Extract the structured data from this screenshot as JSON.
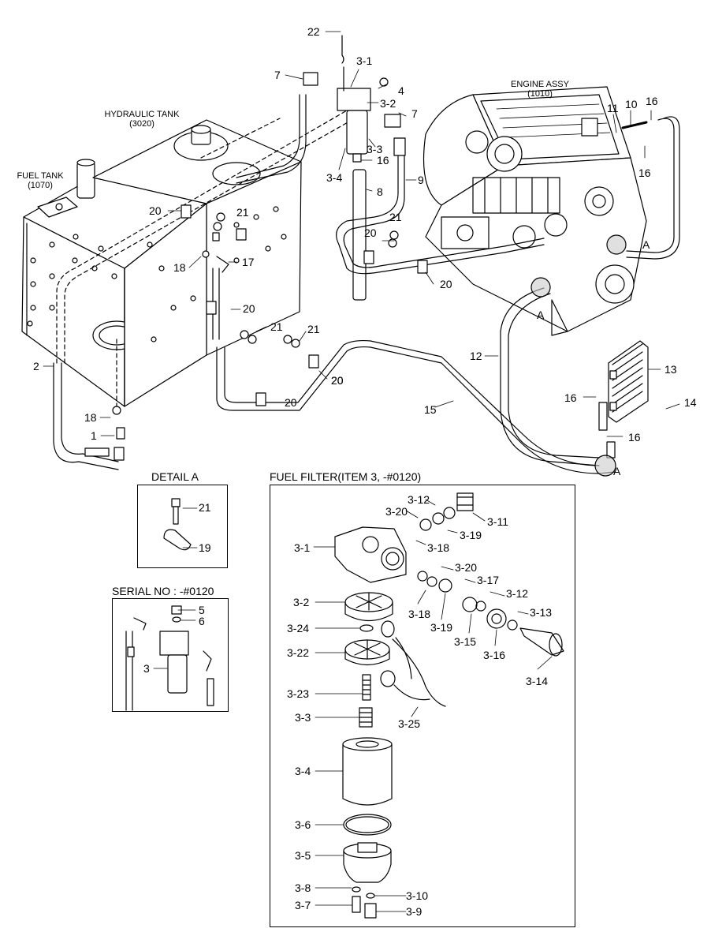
{
  "assemblies": {
    "hydraulic_tank": {
      "name": "HYDRAULIC TANK",
      "ref": "(3020)"
    },
    "fuel_tank": {
      "name": "FUEL TANK",
      "ref": "(1070)"
    },
    "engine": {
      "name": "ENGINE ASSY",
      "ref": "(1010)"
    }
  },
  "detail_a": {
    "title": "DETAIL  A",
    "labels": [
      "21",
      "19"
    ]
  },
  "serial": {
    "title": "SERIAL NO : -#0120",
    "labels": [
      "5",
      "6",
      "3"
    ]
  },
  "fuel_filter": {
    "title": "FUEL FILTER(ITEM 3, -#0120)",
    "labels": [
      "3-12",
      "3-20",
      "3-11",
      "3-19",
      "3-18",
      "3-1",
      "3-20",
      "3-17",
      "3-12",
      "3-13",
      "3-18",
      "3-19",
      "3-15",
      "3-16",
      "3-14",
      "3-2",
      "3-24",
      "3-22",
      "3-23",
      "3-25",
      "3-3",
      "3-4",
      "3-6",
      "3-5",
      "3-8",
      "3-10",
      "3-7",
      "3-9"
    ]
  },
  "main_labels": [
    "22",
    "3-1",
    "7",
    "4",
    "3-2",
    "7",
    "3-3",
    "16",
    "3-4",
    "8",
    "9",
    "20",
    "21",
    "20",
    "21",
    "18",
    "17",
    "20",
    "21",
    "20",
    "21",
    "20",
    "2",
    "18",
    "1",
    "11",
    "10",
    "16",
    "16",
    "A",
    "A",
    "12",
    "13",
    "14",
    "16",
    "16",
    "15",
    "20",
    "20",
    "A"
  ]
}
